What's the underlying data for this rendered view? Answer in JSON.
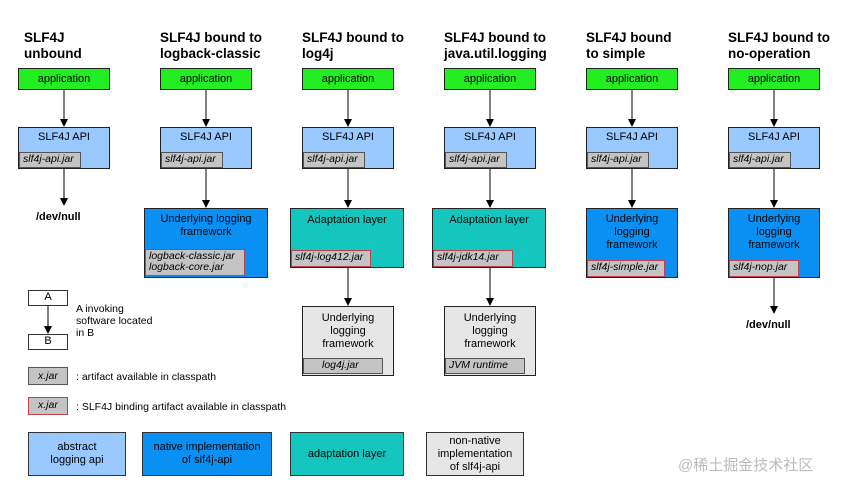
{
  "columns": [
    {
      "title": "SLF4J\nunbound",
      "app": "application",
      "api": "SLF4J API",
      "api_jar": "slf4j-api.jar",
      "end": "/dev/null"
    },
    {
      "title": "SLF4J bound to\nlogback-classic",
      "app": "application",
      "api": "SLF4J API",
      "api_jar": "slf4j-api.jar",
      "framework": "Underlying logging\nframework",
      "framework_jar": "logback-classic.jar\nlogback-core.jar"
    },
    {
      "title": "SLF4J bound to\nlog4j",
      "app": "application",
      "api": "SLF4J API",
      "api_jar": "slf4j-api.jar",
      "adaptation": "Adaptation layer",
      "adaptation_jar": "slf4j-log412.jar",
      "framework": "Underlying\nlogging\nframework",
      "framework_jar": "log4j.jar"
    },
    {
      "title": "SLF4J bound to\njava.util.logging",
      "app": "application",
      "api": "SLF4J API",
      "api_jar": "slf4j-api.jar",
      "adaptation": "Adaptation layer",
      "adaptation_jar": "slf4j-jdk14.jar",
      "framework": "Underlying\nlogging\nframework",
      "framework_jar": "JVM runtime"
    },
    {
      "title": "SLF4J bound\nto simple",
      "app": "application",
      "api": "SLF4J API",
      "api_jar": "slf4j-api.jar",
      "framework": "Underlying\nlogging\nframework",
      "framework_jar": "slf4j-simple.jar"
    },
    {
      "title": "SLF4J bound to\nno-operation",
      "app": "application",
      "api": "SLF4J API",
      "api_jar": "slf4j-api.jar",
      "framework": "Underlying\nlogging\nframework",
      "framework_jar": "slf4j-nop.jar",
      "end": "/dev/null"
    }
  ],
  "legend": {
    "a_label": "A",
    "b_label": "B",
    "invoke_text": "A invoking\nsoftware located\nin B",
    "jar_sample": "x.jar",
    "jar_text": ": artifact available in classpath",
    "binding_sample": "x.jar",
    "binding_text": ": SLF4J binding artifact available in classpath",
    "abstract": "abstract\nlogging api",
    "native": "native implementation\nof slf4j-api",
    "adaptation": "adaptation layer",
    "nonnative": "non-native\nimplementation\nof slf4j-api"
  },
  "colors": {
    "application": "#22ee22",
    "abstract_api": "#99c9ff",
    "native": "#0a8ff2",
    "adaptation": "#14c6bd",
    "nonnative": "#e6e6e6",
    "jar": "#c4c4c4",
    "binding_border": "#c0404c"
  },
  "watermark": "@稀土掘金技术社区"
}
